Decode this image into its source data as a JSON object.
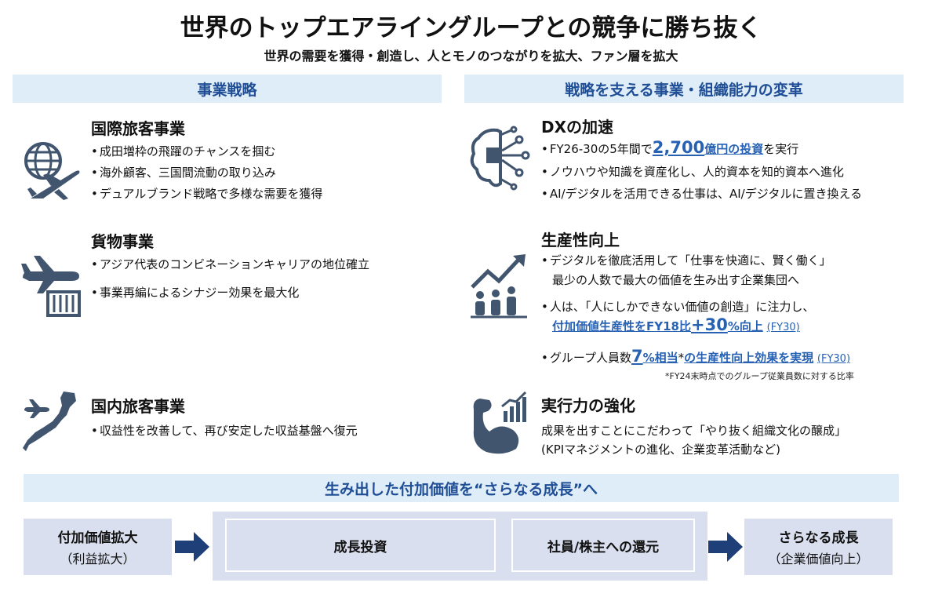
{
  "header": {
    "title": "世界のトップエアライングループとの競争に勝ち抜く",
    "subtitle": "世界の需要を獲得・創造し、人とモノのつながりを拡大、ファン層を拡大"
  },
  "left": {
    "heading": "事業戦略",
    "sections": [
      {
        "title": "国際旅客事業",
        "bullets": [
          "成田増枠の飛躍のチャンスを掴む",
          "海外顧客、三国間流動の取り込み",
          "デュアルブランド戦略で多様な需要を獲得"
        ]
      },
      {
        "title": "貨物事業",
        "bullets": [
          "アジア代表のコンビネーションキャリアの地位確立",
          "事業再編によるシナジー効果を最大化"
        ]
      },
      {
        "title": "国内旅客事業",
        "bullets": [
          "収益性を改善して、再び安定した収益基盤へ復元"
        ]
      }
    ]
  },
  "right": {
    "heading": "戦略を支える事業・組織能力の変革",
    "dx": {
      "title": "DXの加速",
      "b1_pre": "FY26-30の5年間で",
      "b1_amount": "2,700",
      "b1_unit": "億円の投資",
      "b1_post": "を実行",
      "b2": "ノウハウや知識を資産化し、人的資本を知的資本へ進化",
      "b3": "AI/デジタルを活用できる仕事は、AI/デジタルに置き換える"
    },
    "productivity": {
      "title": "生産性向上",
      "b1_line1": "デジタルを徹底活用して「仕事を快適に、賢く働く」",
      "b1_line2": "最少の人数で最大の価値を生み出す企業集団へ",
      "b2_line1": "人は、「人にしかできない価値の創造」に注力し、",
      "b2_hl_pre": "付加価値生産性をFY18比",
      "b2_hl_big": "+30",
      "b2_hl_post": "%向上",
      "b2_fy": "(FY30)",
      "b3_pre": "グループ人員数",
      "b3_big": "7",
      "b3_hl": "%相当",
      "b3_star": "*",
      "b3_hl2": "の生産性向上効果を実現",
      "b3_fy": "(FY30)",
      "note": "*FY24末時点でのグループ従業員数に対する比率"
    },
    "execution": {
      "title": "実行力の強化",
      "line1": "成果を出すことにこだわって「やり抜く組織文化の醸成」",
      "line2": "(KPIマネジメントの進化、企業変革活動など)"
    }
  },
  "bottom": {
    "heading": "生み出した付加価値を“さらなる成長”へ",
    "left_box": {
      "title": "付加価値拡大",
      "sub": "（利益拡大）"
    },
    "invest": "成長投資",
    "return": "社員/株主への還元",
    "right_box": {
      "title": "さらなる成長",
      "sub": "（企業価値向上）"
    }
  },
  "colors": {
    "accent": "#2761b3",
    "band": "#deedf7",
    "box": "#d9dfee",
    "icon": "#41556f",
    "arrow": "#1f3f78"
  },
  "icons": [
    "globe-plane-icon",
    "plane-cargo-icon",
    "japan-plane-icon",
    "ai-brain-chip-icon",
    "growth-people-icon",
    "strong-arm-chart-icon"
  ]
}
